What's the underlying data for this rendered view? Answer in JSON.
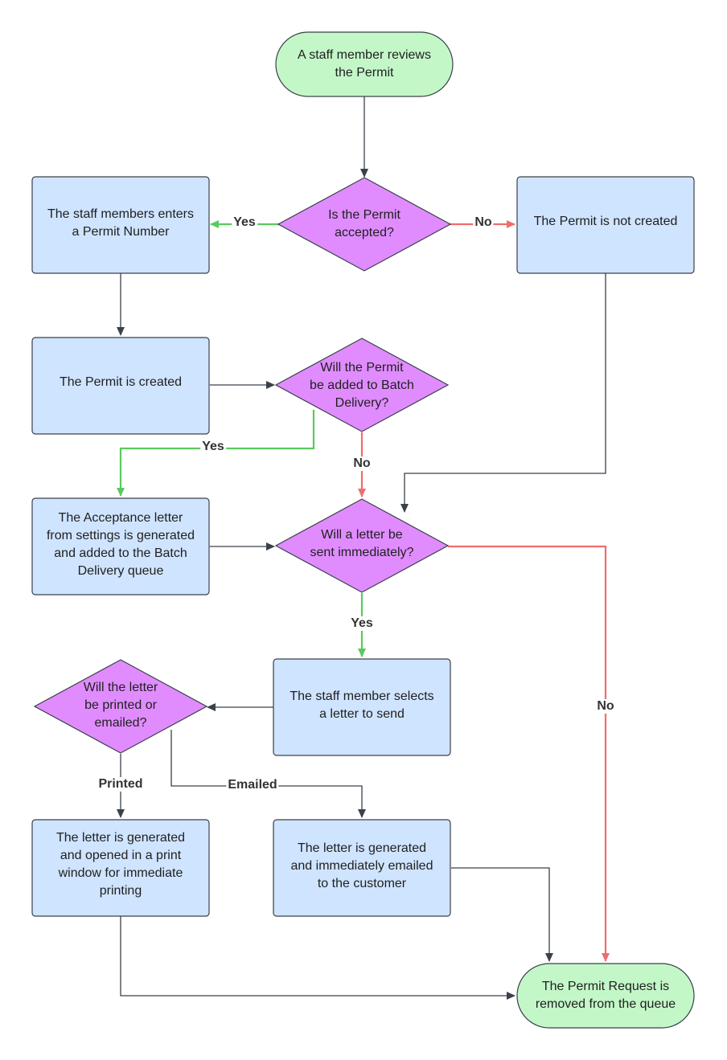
{
  "colors": {
    "terminal_fill": "#c3f7c8",
    "process_fill": "#cfe4ff",
    "decision_fill": "#e08cff",
    "shape_stroke": "#3a414a",
    "edge_default": "#3a414a",
    "edge_yes": "#5ac95f",
    "edge_no": "#f16d6d"
  },
  "nodes": {
    "start": "A staff member reviews\nthe Permit",
    "enter_number": "The staff members enters\na Permit Number",
    "is_accepted": "Is the Permit\naccepted?",
    "not_created": "The Permit is not created",
    "created": "The Permit is created",
    "batch_question": "Will the Permit\nbe added to Batch\nDelivery?",
    "acceptance_letter": "The Acceptance letter\nfrom settings is generated\nand added to the Batch\nDelivery queue",
    "sent_immediately": "Will a letter be\nsent immediately?",
    "select_letter": "The staff member selects\na letter to send",
    "printed_or_emailed": "Will the letter\nbe printed or\nemailed?",
    "print_window": "The letter is generated\nand opened in a print\nwindow for immediate\nprinting",
    "emailed": "The letter is generated\nand immediately emailed\nto the customer",
    "end": "The Permit Request is\nremoved from the queue"
  },
  "edge_labels": {
    "accepted_yes": "Yes",
    "accepted_no": "No",
    "batch_yes": "Yes",
    "batch_no": "No",
    "immediate_yes": "Yes",
    "immediate_no": "No",
    "printed": "Printed",
    "emailed": "Emailed"
  }
}
